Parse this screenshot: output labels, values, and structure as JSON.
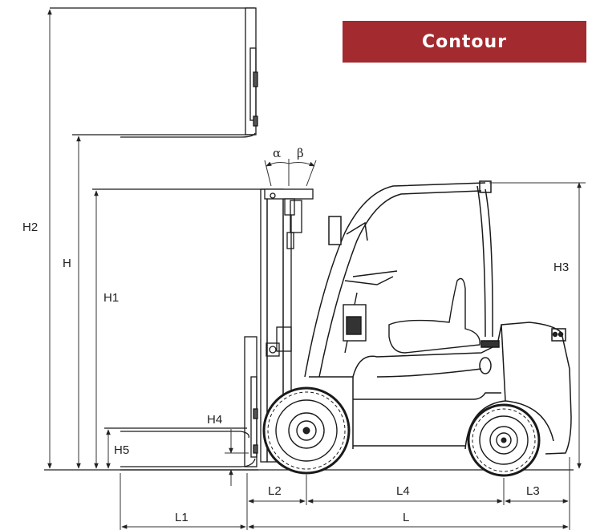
{
  "badge": {
    "label": "Contour",
    "color": "#a32a2e"
  },
  "colors": {
    "line": "#1a1a1a",
    "dim": "#333333"
  },
  "dimensions": {
    "H2": "H2",
    "H": "H",
    "H1": "H1",
    "H3": "H3",
    "H4": "H4",
    "H5": "H5",
    "alpha": "α",
    "beta": "β",
    "L": "L",
    "L1": "L1",
    "L2": "L2",
    "L3": "L3",
    "L4": "L4"
  }
}
